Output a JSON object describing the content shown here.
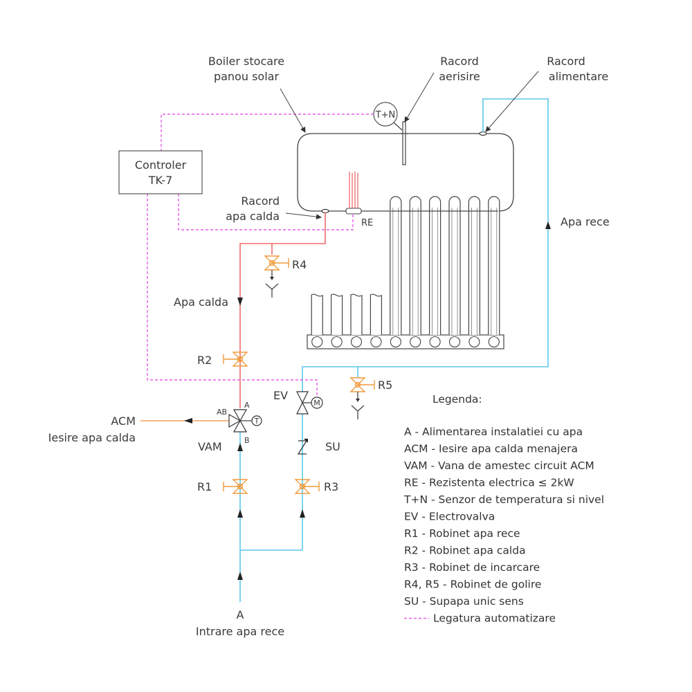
{
  "title_labels": {
    "boiler": [
      "Boiler stocare",
      "panou solar"
    ],
    "racord_aerisire": [
      "Racord",
      "aerisire"
    ],
    "racord_alimentare": [
      "Racord",
      "alimentare"
    ],
    "racord_apa_calda": [
      "Racord",
      "apa calda"
    ],
    "controller": [
      "Controler",
      "TK-7"
    ],
    "sensor": "T+N",
    "resistance": "RE",
    "apa_rece": "Apa rece",
    "apa_calda": "Apa calda",
    "acm": [
      "ACM",
      "Iesire apa calda"
    ],
    "vam": "VAM",
    "vam_port_a": "A",
    "vam_port_ab": "AB",
    "vam_port_b": "B",
    "vam_actuator": "T",
    "ev": "EV",
    "ev_actuator": "M",
    "su": "SU",
    "inlet": [
      "A",
      "Intrare apa rece"
    ]
  },
  "valves": {
    "r1": "R1",
    "r2": "R2",
    "r3": "R3",
    "r4": "R4",
    "r5": "R5"
  },
  "legend": {
    "title": "Legenda:",
    "items": [
      "A - Alimentarea instalatiei cu apa",
      "ACM - Iesire apa calda menajera",
      "VAM - Vana de amestec circuit ACM",
      "RE - Rezistenta electrica ≤ 2kW",
      "T+N - Senzor de temperatura si nivel",
      "EV - Electrovalva",
      "R1 - Robinet apa rece",
      "R2 - Robinet apa calda",
      "R3 - Robinet de incarcare",
      "R4, R5 - Robinet de golire",
      "SU - Supapa unic sens"
    ],
    "automation_line": "Legatura automatizare"
  },
  "colors": {
    "cold_water": "#5bc8ec",
    "hot_water": "#f26b6b",
    "acm_output": "#f5a05a",
    "automation": "#e85ae8",
    "valve": "#f29a3c"
  },
  "collector": {
    "tall_tubes": 6,
    "short_tubes": 4,
    "total_slots": 10
  }
}
